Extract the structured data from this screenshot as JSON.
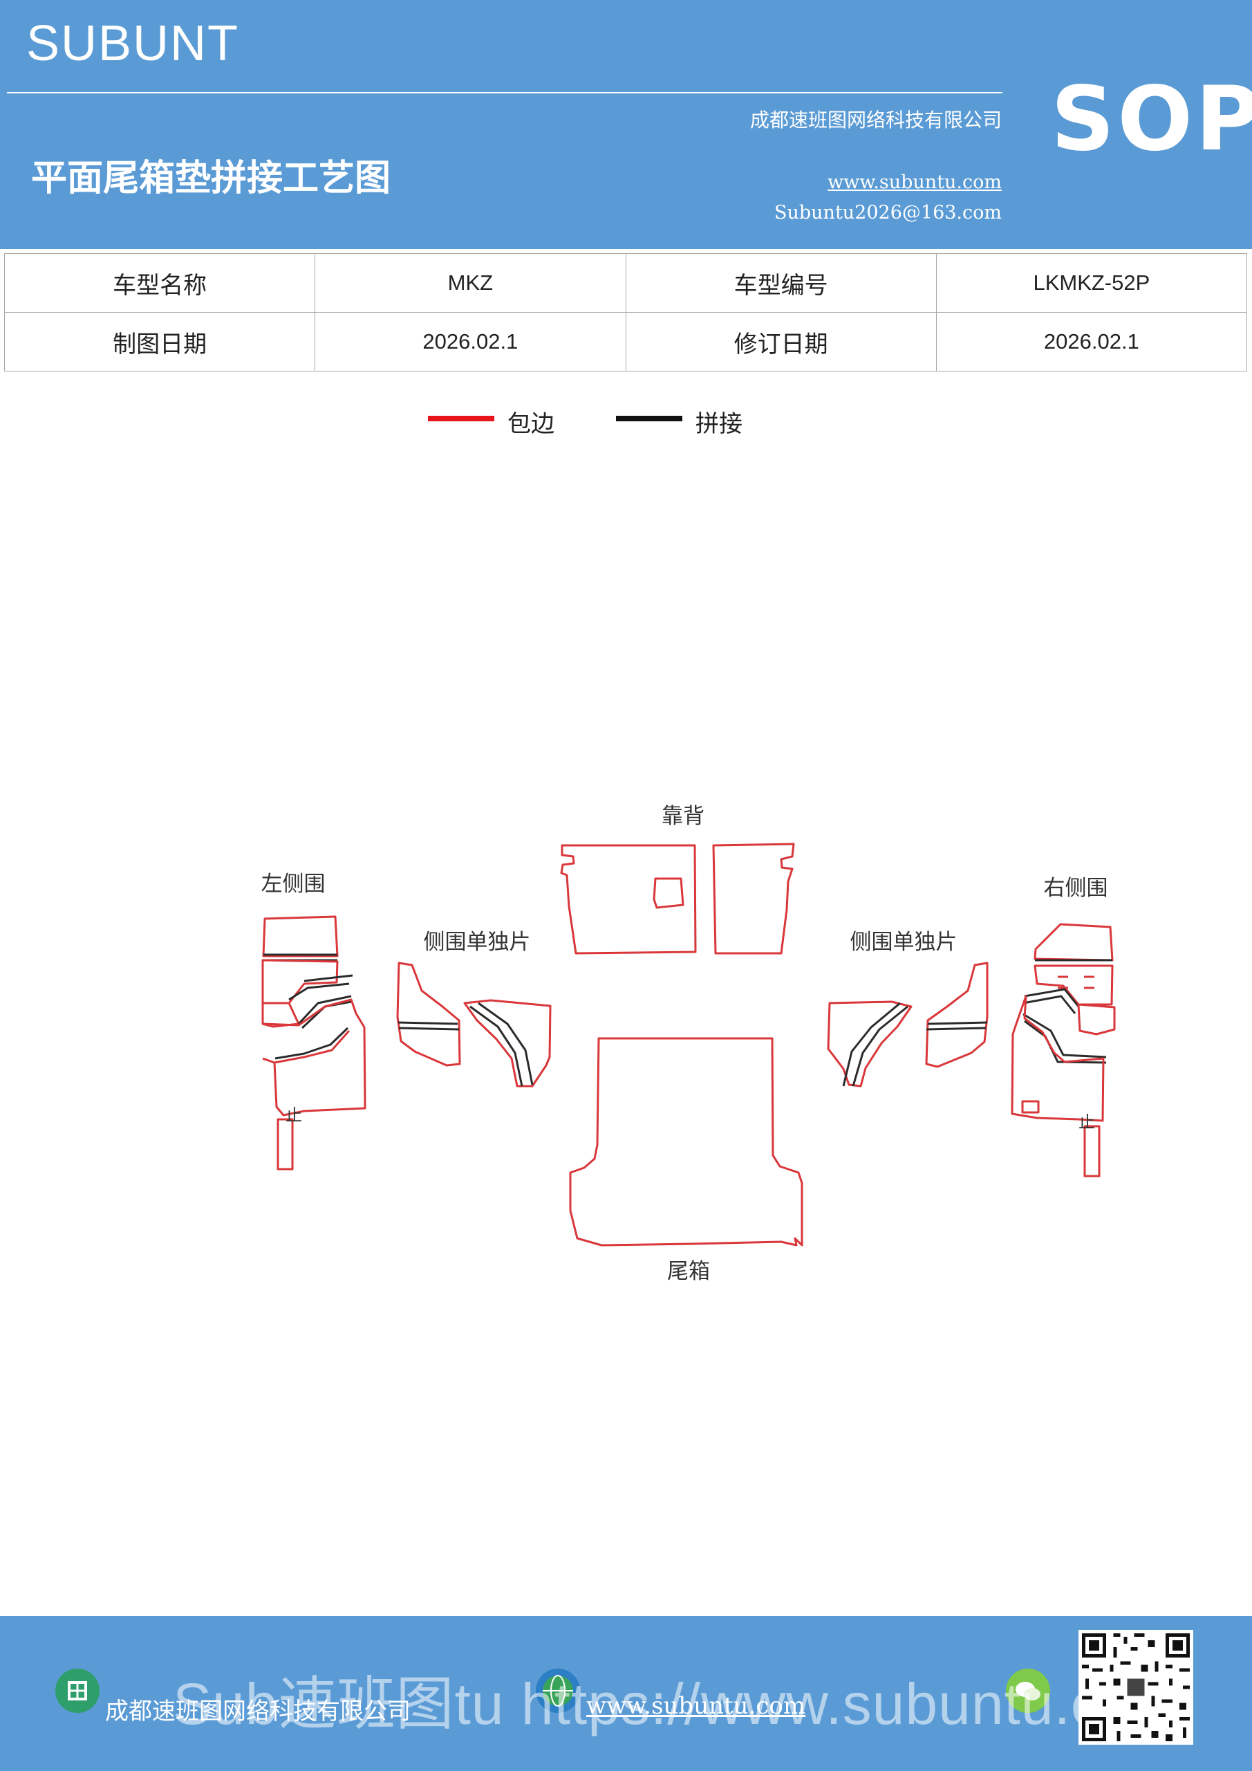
{
  "header": {
    "brand": "SUBUNT",
    "title": "平面尾箱垫拼接工艺图",
    "company": "成都速班图网络科技有限公司",
    "website": "www.subuntu.com",
    "email": "Subuntu2026@163.com",
    "badge": "SOP"
  },
  "info_table": {
    "rows": [
      [
        "车型名称",
        "MKZ",
        "车型编号",
        "LKMKZ-52P"
      ],
      [
        "制图日期",
        "2026.02.1",
        "修订日期",
        "2026.02.1"
      ]
    ]
  },
  "legend": [
    {
      "label": "包边",
      "color": "#e8141c"
    },
    {
      "label": "拼接",
      "color": "#111111"
    }
  ],
  "diagram": {
    "labels": {
      "back": "靠背",
      "left_side": "左侧围",
      "right_side": "右侧围",
      "side_single_left": "侧围单独片",
      "side_single_right": "侧围单独片",
      "trunk": "尾箱",
      "left_mark": "止",
      "right_mark": "止"
    },
    "colors": {
      "edge": "#d9373a",
      "seam": "#2b2b2b"
    }
  },
  "footer": {
    "company": "成都速班图网络科技有限公司",
    "website": "www.subuntu.com",
    "overlay": "Sub速班图tu https://www.subuntu.com",
    "icon_left": "building-icon",
    "icon_globe": "globe-icon",
    "icon_right": "wechat-icon"
  }
}
